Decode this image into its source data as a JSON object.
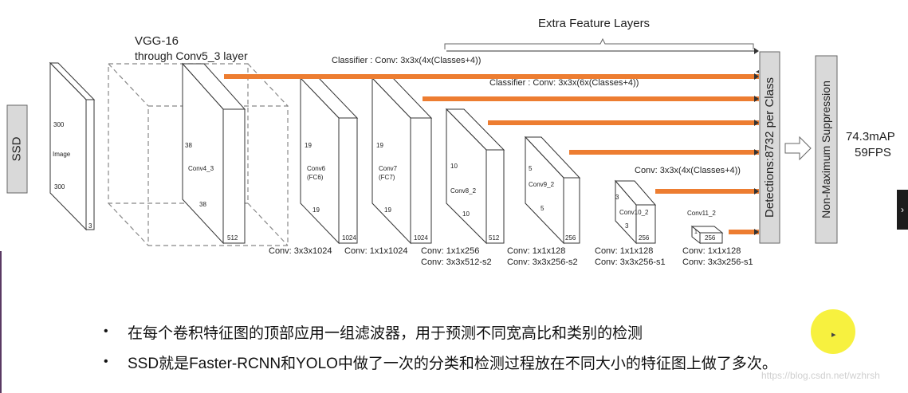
{
  "diagram": {
    "ssd_label": "SSD",
    "vgg_title_line1": "VGG-16",
    "vgg_title_line2": "through Conv5_3 layer",
    "extra_layers_label": "Extra Feature Layers",
    "classifier1": "Classifier : Conv: 3x3x(4x(Classes+4))",
    "classifier2": "Classifier : Conv: 3x3x(6x(Classes+4))",
    "classifier3": "Conv: 3x3x(4x(Classes+4))",
    "image": {
      "h": "300",
      "name": "Image",
      "w": "300",
      "d": "3"
    },
    "conv4_3": {
      "h": "38",
      "name": "Conv4_3",
      "w": "38",
      "d": "512"
    },
    "conv6": {
      "h": "19",
      "name": "Conv6",
      "sub": "(FC6)",
      "w": "19",
      "d": "1024"
    },
    "conv7": {
      "h": "19",
      "name": "Conv7",
      "sub": "(FC7)",
      "w": "19",
      "d": "1024"
    },
    "conv8_2": {
      "h": "10",
      "name": "Conv8_2",
      "w": "10",
      "d": "512"
    },
    "conv9_2": {
      "h": "5",
      "name": "Conv9_2",
      "w": "5",
      "d": "256"
    },
    "conv10_2": {
      "h": "3",
      "name": "Conv10_2",
      "w": "3",
      "d": "256"
    },
    "conv11_2": {
      "name": "Conv11_2",
      "d": "256",
      "h": "1"
    },
    "conv_ops": {
      "c1": "Conv: 3x3x1024",
      "c2": "Conv: 1x1x1024",
      "c3a": "Conv: 1x1x256",
      "c3b": "Conv:  3x3x512-s2",
      "c4a": "Conv: 1x1x128",
      "c4b": "Conv: 3x3x256-s2",
      "c5a": "Conv: 1x1x128",
      "c5b": "Conv: 3x3x256-s1",
      "c6a": "Conv: 1x1x128",
      "c6b": "Conv: 3x3x256-s1"
    },
    "detections_label": "Detections:8732 per Class",
    "nms_label": "Non-Maximum Suppression",
    "map_label": "74.3mAP",
    "fps_label": "59FPS"
  },
  "bullets": [
    "在每个卷积特征图的顶部应用一组滤波器，用于预测不同宽高比和类别的检测",
    "SSD就是Faster-RCNN和YOLO中做了一次的分类和检测过程放在不同大小的特征图上做了多次。"
  ],
  "bullet_mark": "•",
  "side_tab_glyph": "›",
  "watermark": "https://blog.csdn.net/wzhrsh",
  "colors": {
    "orange": "#ED7D31",
    "gray_box": "#d9d9d9",
    "highlight": "#f6f02a"
  }
}
